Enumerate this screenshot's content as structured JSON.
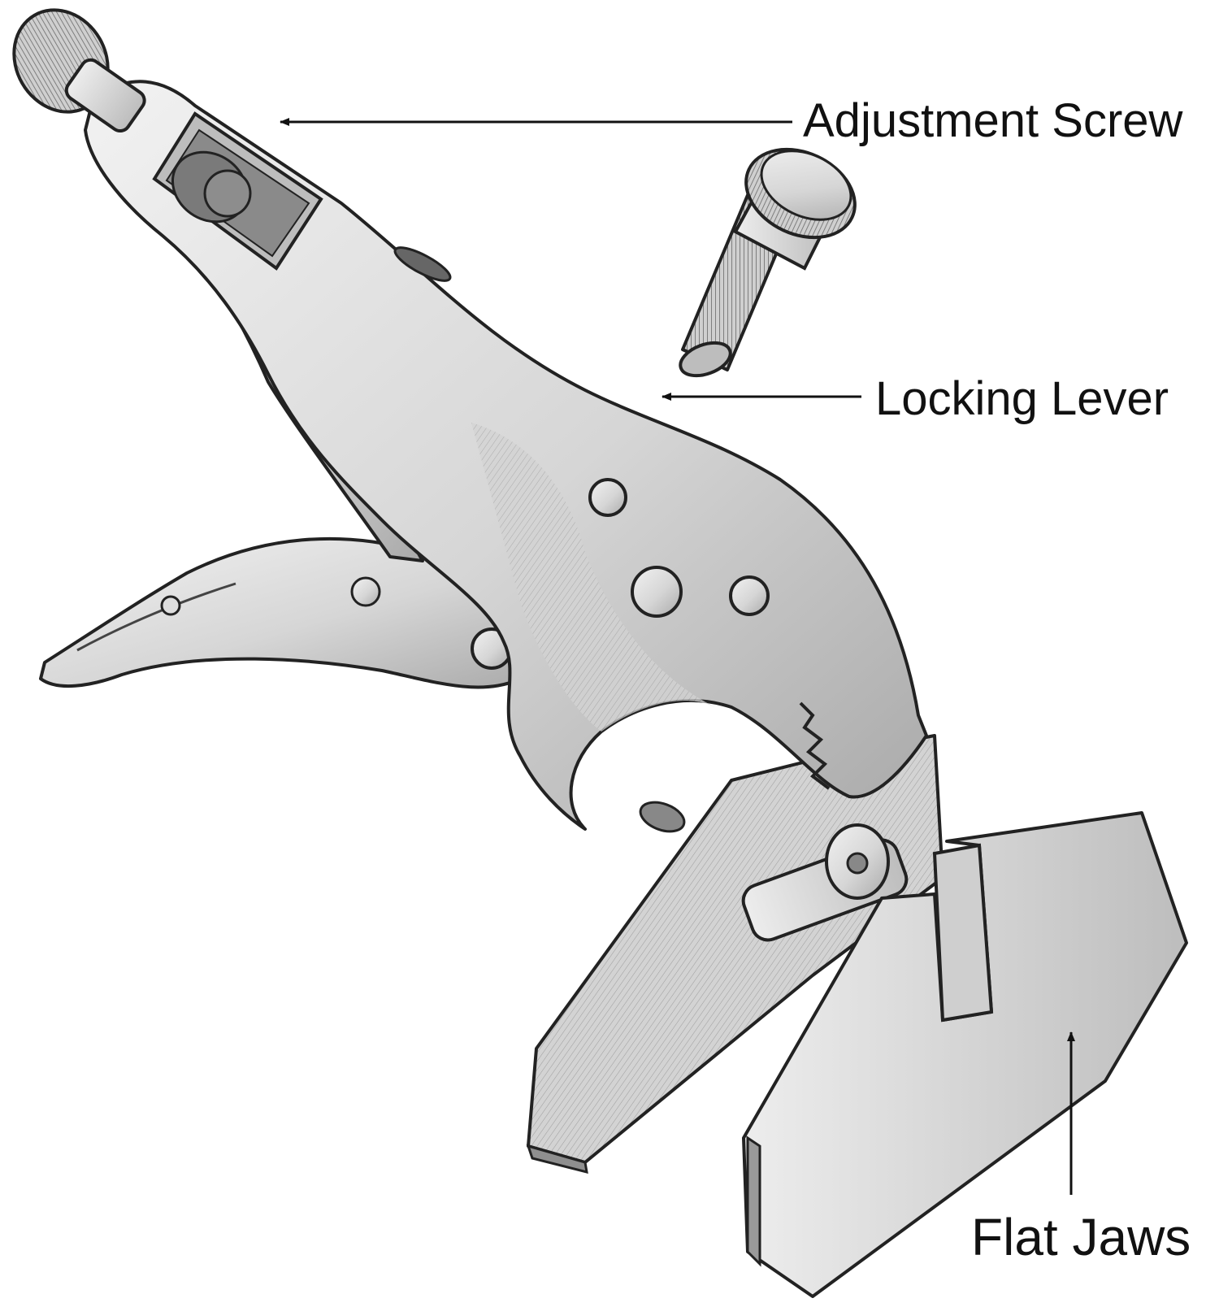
{
  "diagram": {
    "subject": "locking-pliers-flat-jaw",
    "labels": {
      "adjustment_screw": "Adjustment Screw",
      "locking_lever": "Locking Lever",
      "flat_jaws": "Flat Jaws"
    },
    "colors": {
      "background": "#ffffff",
      "ink": "#111111",
      "metal_light": "#e4e4e4",
      "metal_mid": "#c9c9c9",
      "metal_dark": "#9a9a9a"
    }
  }
}
